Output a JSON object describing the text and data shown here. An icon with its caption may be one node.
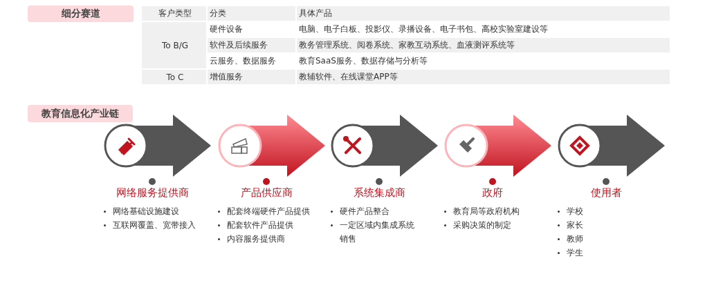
{
  "diagram": {
    "nodes": [
      {
        "text": [
          "网络服务提供商",
          "网络基础设施建设",
          "互联网覆盖、宽带接入"
        ]
      },
      {
        "text": [
          "产品供应商",
          "配套终端硬件产品提供",
          "配套软件产品提供",
          "内容服务提供商"
        ]
      },
      {
        "text": [
          "系统集成商",
          "硬件产品整合",
          "一定区域内集成系统销售"
        ]
      },
      {
        "text": [
          "政府",
          "教育局等政府机构",
          "采购决策的制定"
        ]
      },
      {
        "text": [
          "使用者",
          "学校",
          "家长",
          "教师",
          "学生"
        ]
      }
    ],
    "labels": [
      "细分赛道",
      "客户类型",
      "分类",
      "具体产品",
      "To B/G",
      "硬件设备",
      "电脑、电子白板、投影仪、录播设备、电子书包、高校实验室建设等",
      "软件及后续服务",
      "教务管理系统、阅卷系统、家教互动系统、血液测评系统等",
      "云服务、数据服务",
      "教育SaaS服务、数据存储与分析等",
      "To C",
      "增值服务",
      "教辅软件、在线课堂APP等",
      "教育信息化产业链"
    ]
  }
}
